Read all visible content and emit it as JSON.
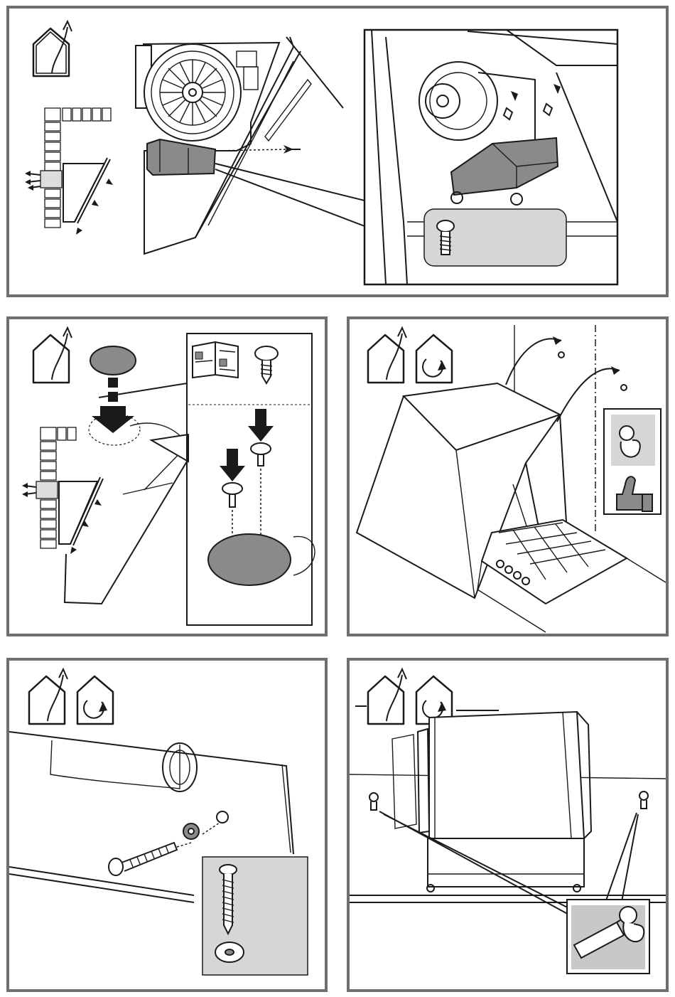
{
  "document": {
    "colors": {
      "panel_border": "#6f6f6f",
      "line": "#1a1a1a",
      "part_fill": "#8a8a8a",
      "callout_fill": "#d6d6d6",
      "background": "#ffffff"
    },
    "panels": [
      {
        "id": "panel-1",
        "icons": [
          "ducted-exhaust-icon"
        ],
        "callout_icons": [
          "torx-screw-icon"
        ],
        "depicts": [
          "fan-motor",
          "motor-housing-box",
          "wall-mount-diagram"
        ]
      },
      {
        "id": "panel-2",
        "icons": [
          "ducted-exhaust-icon"
        ],
        "callout_icons": [
          "manual-book-icon",
          "screw-icon",
          "down-arrow-icon"
        ],
        "depicts": [
          "filter-cover-disc",
          "duct-opening",
          "wall-mount-diagram"
        ]
      },
      {
        "id": "panel-3",
        "icons": [
          "ducted-exhaust-icon",
          "recirculating-icon"
        ],
        "callout_icons": [
          "keyhole-screw-icon",
          "thumbs-up-icon"
        ],
        "depicts": [
          "hood-canopy",
          "gas-hob",
          "wall-screws"
        ]
      },
      {
        "id": "panel-4",
        "icons": [
          "ducted-exhaust-icon",
          "recirculating-icon"
        ],
        "callout_icons": [
          "long-screw-icon",
          "washer-icon"
        ],
        "depicts": [
          "hood-body",
          "screw",
          "washer"
        ]
      },
      {
        "id": "panel-5",
        "icons": [
          "ducted-exhaust-icon",
          "recirculating-icon"
        ],
        "callout_icons": [
          "screwdriver-icon",
          "keyhole-icon"
        ],
        "depicts": [
          "motor-unit",
          "keyhole-slots"
        ]
      }
    ]
  }
}
